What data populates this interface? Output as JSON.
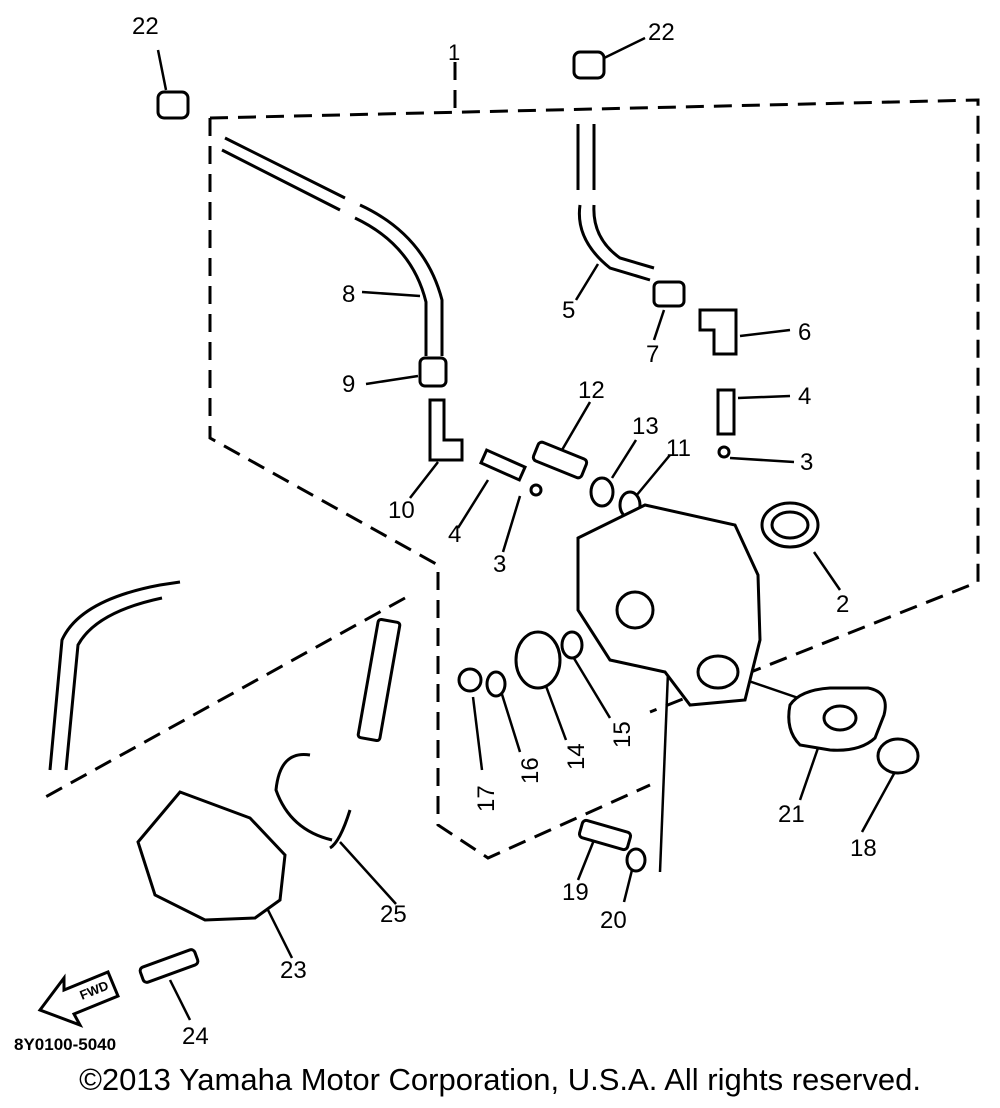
{
  "diagram_code": "8Y0100-5040",
  "copyright": "©2013 Yamaha Motor Corporation, U.S.A. All rights reserved.",
  "fwd_label": "FWD",
  "group_marker": "1",
  "callouts": {
    "c22a": "22",
    "c22b": "22",
    "c8": "8",
    "c9": "9",
    "c10": "10",
    "c4a": "4",
    "c3a": "3",
    "c12": "12",
    "c13": "13",
    "c11": "11",
    "c5": "5",
    "c7": "7",
    "c6": "6",
    "c4b": "4",
    "c3b": "3",
    "c2": "2",
    "c17": "17",
    "c16": "16",
    "c14": "14",
    "c15": "15",
    "c21": "21",
    "c18": "18",
    "c19": "19",
    "c20": "20",
    "c25": "25",
    "c23": "23",
    "c24": "24"
  },
  "colors": {
    "ink": "#000000",
    "paper": "#ffffff"
  }
}
